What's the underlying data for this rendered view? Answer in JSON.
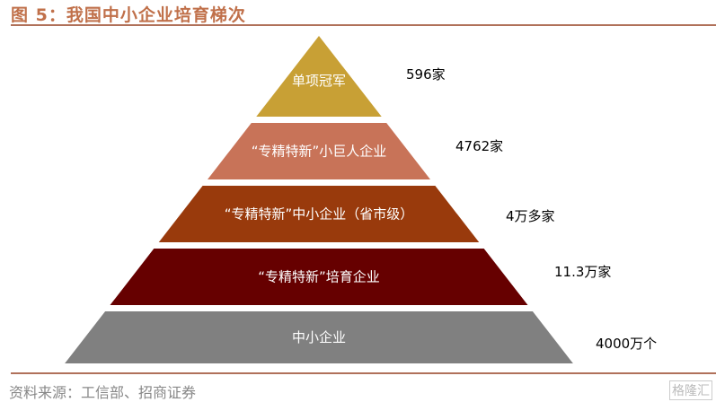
{
  "title": "图 5：我国中小企业培育梯次",
  "levels": [
    {
      "name": "单项冠军",
      "count": "596家",
      "color": "#c8a035"
    },
    {
      "name": "“专精特新”小巨人企业",
      "count": "4762家",
      "color": "#c87358"
    },
    {
      "name": "“专精特新”中小企业（省市级）",
      "count": "4万多家",
      "color": "#993a0c"
    },
    {
      "name": "“专精特新”培育企业",
      "count": "11.3万家",
      "color": "#660000"
    },
    {
      "name": "中小企业",
      "count": "4000万个",
      "color": "#808080"
    }
  ],
  "source": "资料来源：工信部、招商证券",
  "watermark": "格隆汇"
}
